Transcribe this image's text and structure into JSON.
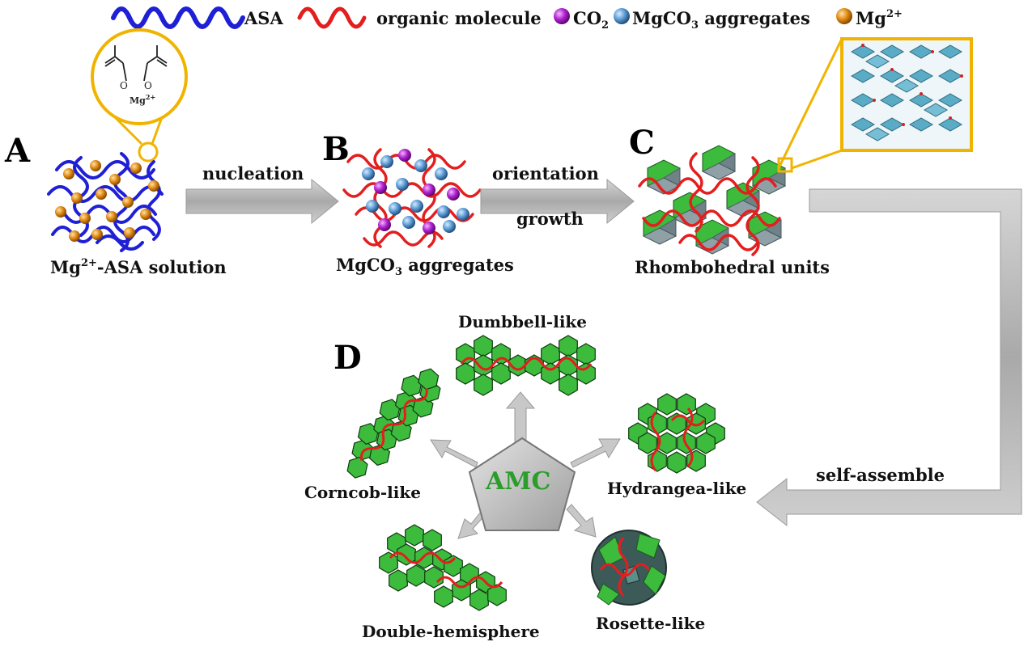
{
  "legend": {
    "asa": "ASA",
    "organic": "organic molecule",
    "co2_main": "CO",
    "co2_sub": "2",
    "mgco3_main": "MgCO",
    "mgco3_sub": "3",
    "mgco3_tail": " aggregates",
    "mg_main": "Mg",
    "mg_sup": "2+"
  },
  "inset": {
    "mg_main": "Mg",
    "mg_sup": "2+",
    "o_left": "O",
    "o_right": "O"
  },
  "panels": {
    "a": {
      "letter": "A",
      "label_main": "Mg",
      "label_sup": "2+",
      "label_tail": "-ASA solution"
    },
    "b": {
      "letter": "B",
      "label_main": "MgCO",
      "label_sub": "3",
      "label_tail": " aggregates"
    },
    "c": {
      "letter": "C",
      "label": "Rhombohedral units"
    },
    "d": {
      "letter": "D",
      "center": "AMC"
    }
  },
  "arrows": {
    "nucleation": "nucleation",
    "orientation": "orientation",
    "growth": "growth",
    "self_assemble": "self-assemble"
  },
  "morphologies": {
    "dumbbell": "Dumbbell-like",
    "hydrangea": "Hydrangea-like",
    "rosette": "Rosette-like",
    "double": "Double-hemisphere",
    "corncob": "Corncob-like"
  },
  "colors": {
    "asa": "#1f1fd6",
    "organic": "#e41e1e",
    "co2": "#b01fd0",
    "mgco3": "#5b9bd5",
    "mg": "#e08a12",
    "crystal": "#3dbb3d",
    "inset_border": "#f0b400",
    "amc_text": "#2a9d2a"
  }
}
